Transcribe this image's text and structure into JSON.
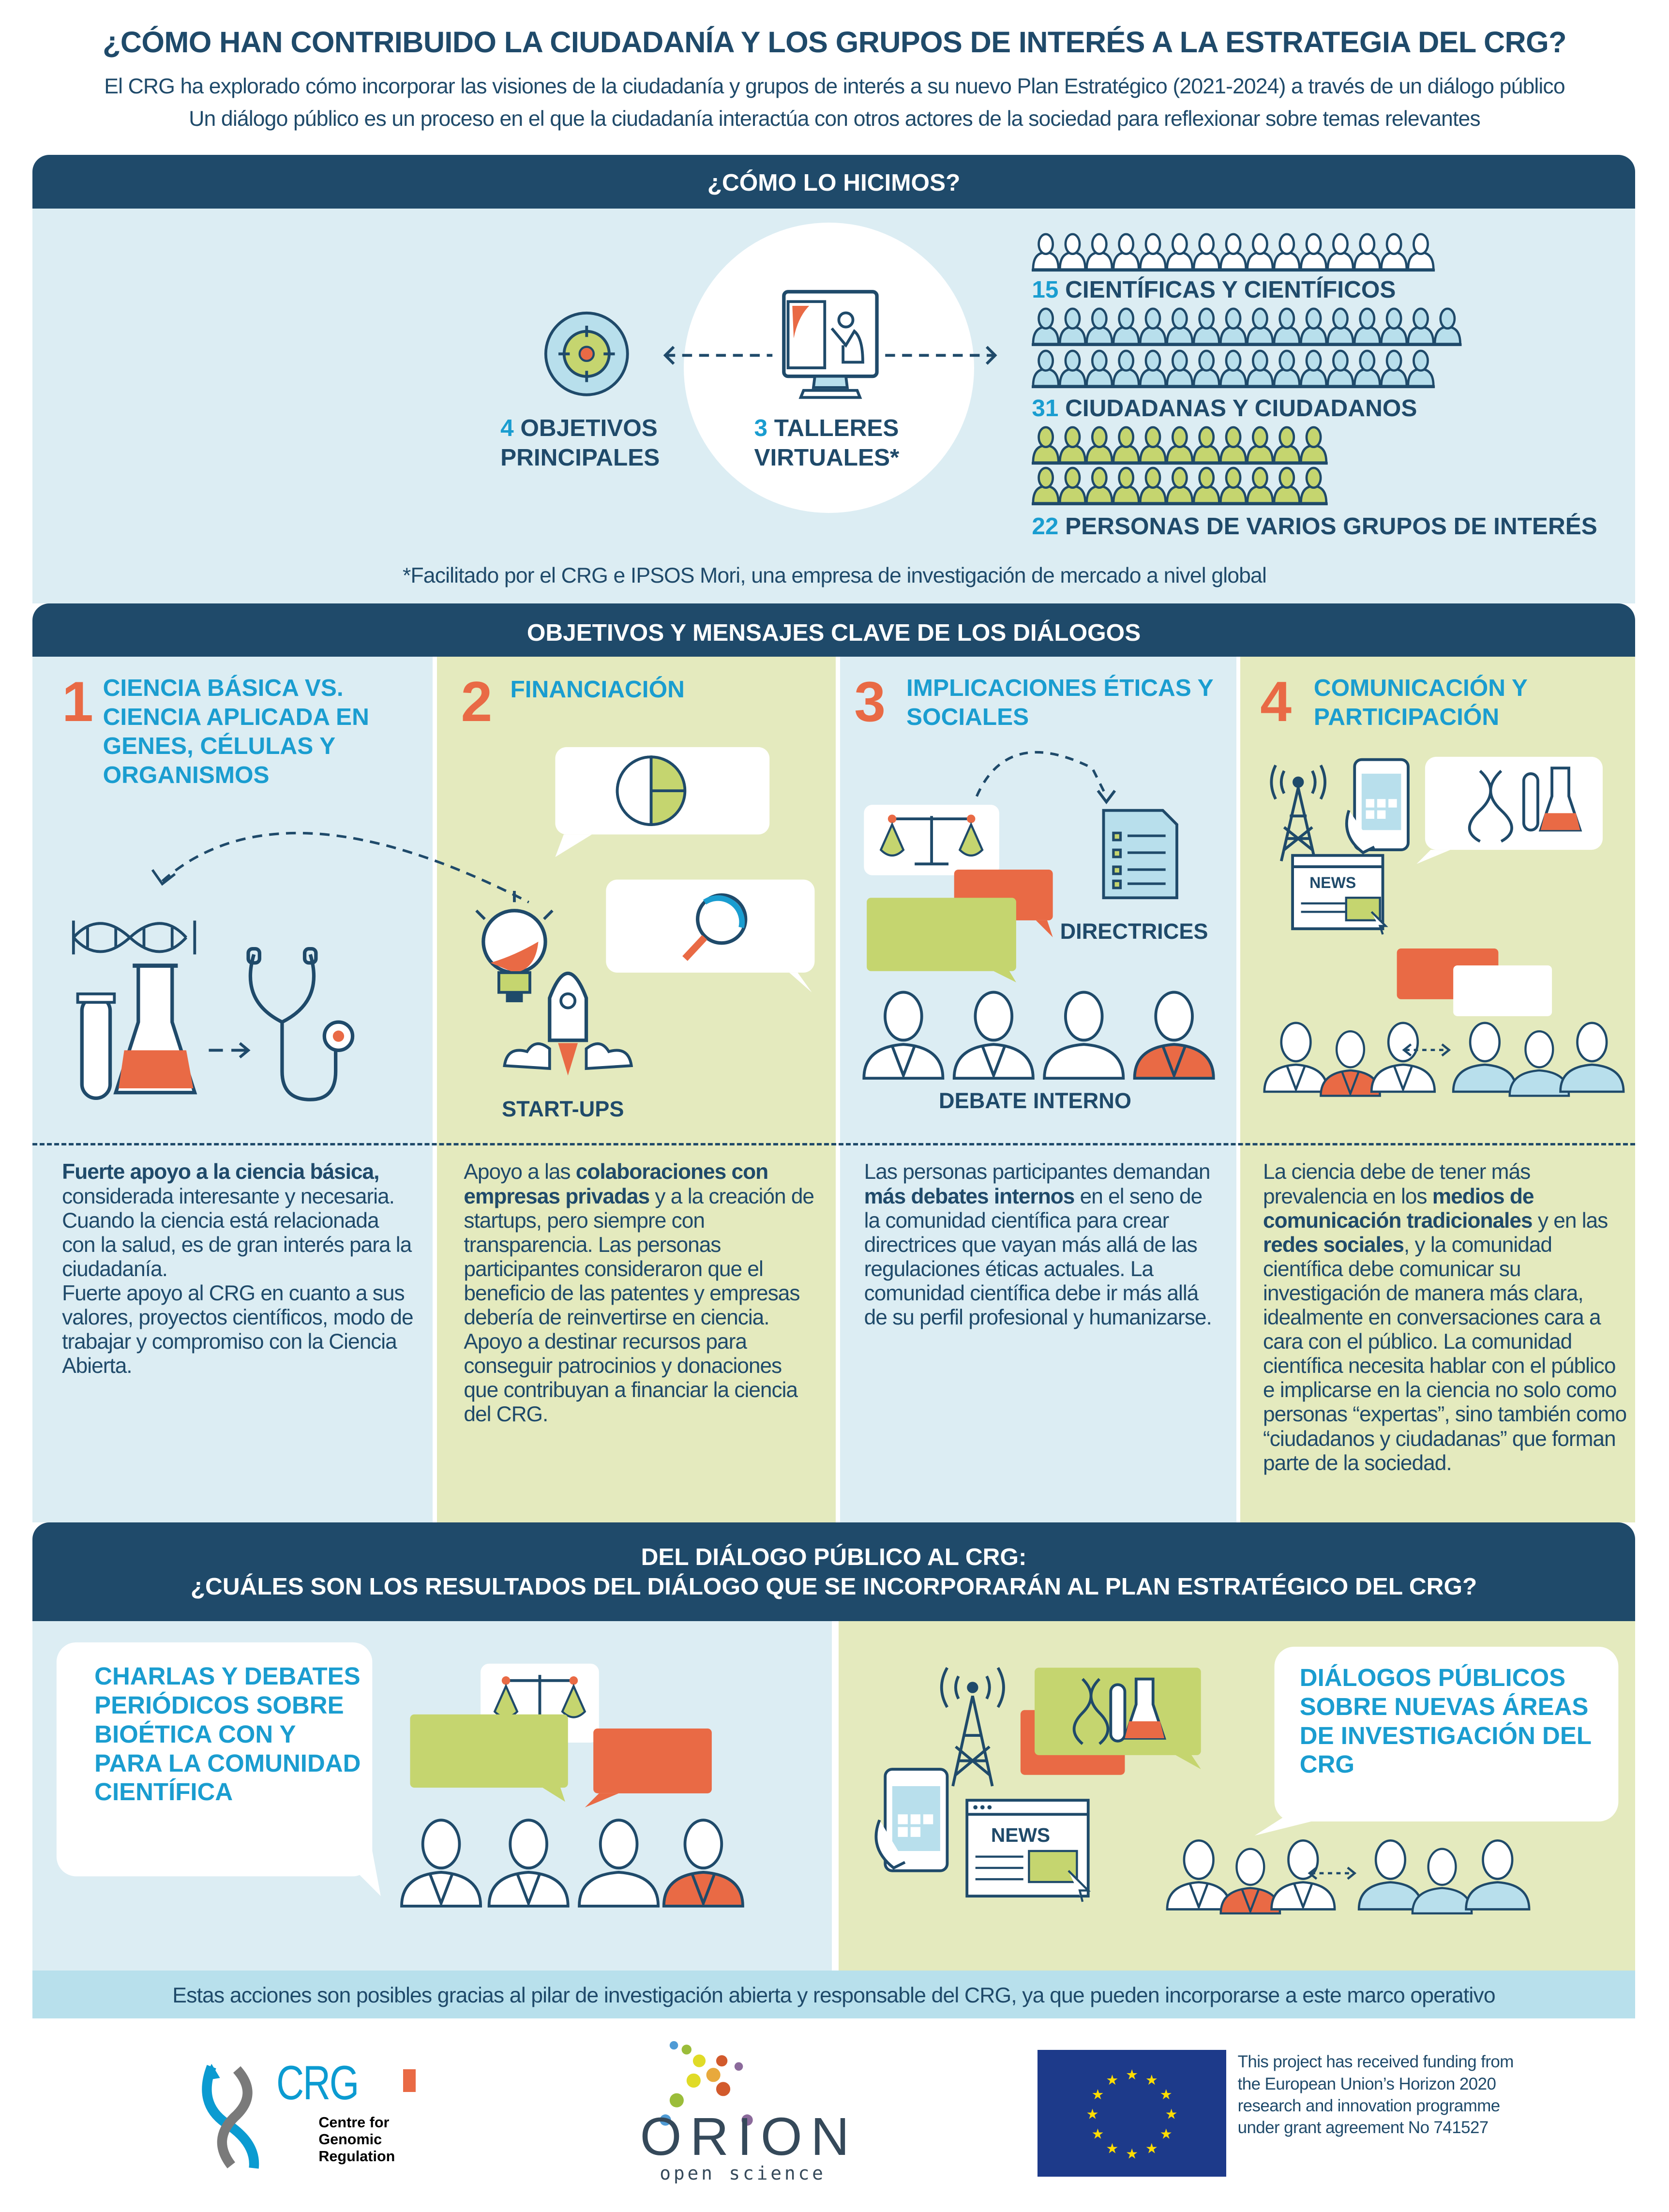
{
  "header": {
    "title": "¿CÓMO HAN CONTRIBUIDO LA CIUDADANÍA Y LOS GRUPOS DE INTERÉS A LA ESTRATEGIA DEL CRG?",
    "subtitle_1": "El CRG ha explorado cómo incorporar las visiones de la ciudadanía y grupos de interés a su nuevo Plan Estratégico (2021-2024) a través de un diálogo público",
    "subtitle_2": "Un diálogo público es un proceso en el que la ciudadanía interactúa con otros actores de la sociedad para reflexionar sobre temas relevantes"
  },
  "how": {
    "title": "¿CÓMO LO HICIMOS?",
    "objectives": {
      "number": "4",
      "label_1": "OBJETIVOS",
      "label_2": "PRINCIPALES"
    },
    "workshops": {
      "number": "3",
      "label_1": "TALLERES",
      "label_2": "VIRTUALES*"
    },
    "groups": [
      {
        "number": "15",
        "label": "CIENTÍFICAS Y CIENTÍFICOS",
        "count": 15,
        "color": "#ffffff"
      },
      {
        "number": "31",
        "label": "CIUDADANAS Y CIUDADANOS",
        "count": 31,
        "color": "#b8dfec"
      },
      {
        "number": "22",
        "label": "PERSONAS DE VARIOS GRUPOS DE INTERÉS",
        "count": 22,
        "color": "#c5d56f"
      }
    ],
    "footnote": "*Facilitado por el CRG e IPSOS Mori, una empresa de investigación de mercado a nivel global"
  },
  "objectives": {
    "title": "OBJETIVOS Y MENSAJES CLAVE DE LOS DIÁLOGOS",
    "columns": [
      {
        "number": "1",
        "title": "CIENCIA BÁSICA VS. CIENCIA APLICADA EN GENES, CÉLULAS Y ORGANISMOS",
        "body": [
          [
            {
              "t": "Fuerte apoyo a la ciencia básica,",
              "b": true
            },
            {
              "t": " considerada interesante y necesaria."
            }
          ],
          [
            {
              "t": "Cuando la ciencia está relacionada con la salud, es de gran interés para la ciudadanía."
            }
          ],
          [
            {
              "t": "Fuerte apoyo al CRG en cuanto a sus valores, proyectos científicos, modo de trabajar y compromiso con la Ciencia Abierta."
            }
          ]
        ]
      },
      {
        "number": "2",
        "title": "FINANCIACIÓN",
        "icon_label": "START-UPS",
        "body": [
          [
            {
              "t": "Apoyo a las "
            },
            {
              "t": "colaboraciones con empresas privadas",
              "b": true
            },
            {
              "t": " y a la creación de startups, pero siempre con transparencia. Las personas participantes consideraron que el beneficio de las patentes y empresas debería de reinvertirse en ciencia."
            }
          ],
          [
            {
              "t": "Apoyo a destinar recursos para conseguir patrocinios y donaciones que contribuyan a financiar la ciencia del CRG."
            }
          ]
        ]
      },
      {
        "number": "3",
        "title": "IMPLICACIONES ÉTICAS Y SOCIALES",
        "icon_label": "DIRECTRICES",
        "icon_label_2": "DEBATE INTERNO",
        "body": [
          [
            {
              "t": "Las personas participantes demandan "
            },
            {
              "t": "más debates internos",
              "b": true
            },
            {
              "t": " en el seno de la comunidad científica para crear directrices que vayan más allá de las regulaciones éticas actuales. La comunidad científica debe ir más allá de su perfil profesional y humanizarse."
            }
          ]
        ]
      },
      {
        "number": "4",
        "title": "COMUNICACIÓN Y PARTICIPACIÓN",
        "icon_label": "NEWS",
        "body": [
          [
            {
              "t": "La ciencia debe de tener más prevalencia en los "
            },
            {
              "t": "medios de comunicación tradicionales",
              "b": true
            },
            {
              "t": " y en las "
            },
            {
              "t": "redes sociales",
              "b": true
            },
            {
              "t": ", y la comunidad científica debe comunicar su investigación de manera más clara, idealmente en conversaciones cara a cara con el público. La comunidad científica necesita hablar con el público e implicarse en la ciencia no solo como personas “expertas”, sino también como “ciudadanos y ciudadanas” que forman parte de la sociedad."
            }
          ]
        ]
      }
    ]
  },
  "results": {
    "title_1": "DEL DIÁLOGO PÚBLICO AL CRG:",
    "title_2": "¿CUÁLES SON LOS RESULTADOS DEL DIÁLOGO QUE SE INCORPORARÁN AL PLAN ESTRATÉGICO DEL CRG?",
    "left": "CHARLAS Y DEBATES PERIÓDICOS SOBRE BIOÉTICA CON Y PARA LA COMUNIDAD CIENTÍFICA",
    "right": "DIÁLOGOS PÚBLICOS SOBRE NUEVAS ÁREAS DE INVESTIGACIÓN DEL CRG",
    "news_label": "NEWS"
  },
  "footer": {
    "text": "Estas acciones son posibles gracias al pilar de investigación abierta y responsable del CRG, ya que pueden incorporarse a este marco operativo",
    "crg_logo": "CRG",
    "crg_name": "Centre for Genomic Regulation",
    "orion_logo": "ORION",
    "orion_sub": "open science",
    "eu_text": "This project has received funding from the European Union’s Horizon 2020 research and innovation programme under grant agreement No 741527"
  },
  "colors": {
    "navy": "#1f4a6a",
    "accent": "#1a9dd0",
    "orange": "#e96a45",
    "green": "#c5d56f",
    "light_blue": "#dcedf3",
    "light_green": "#e4eabe"
  }
}
